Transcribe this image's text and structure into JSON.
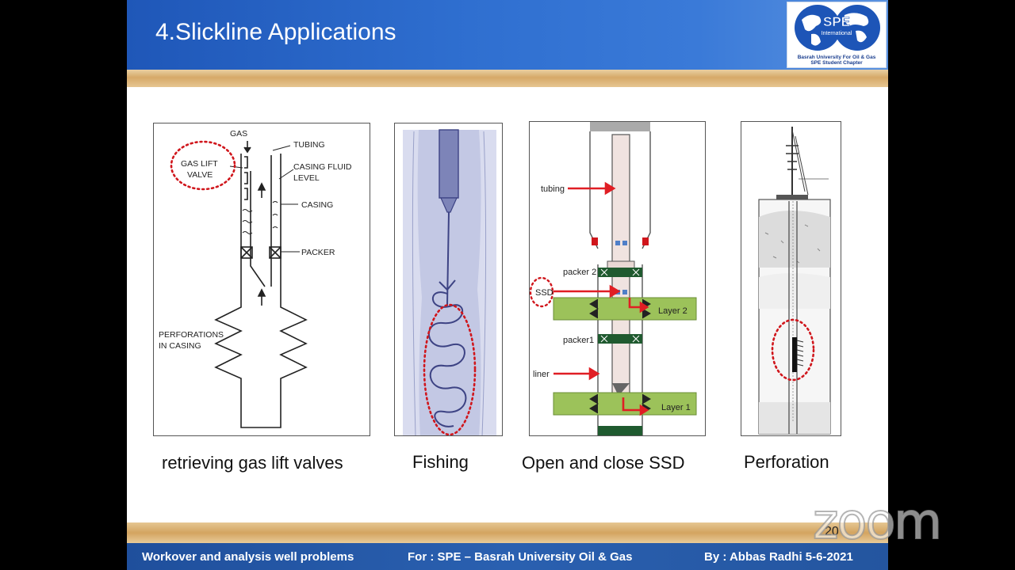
{
  "slide": {
    "title": "4.Slickline Applications",
    "logo": {
      "text": "SPE",
      "subtext": "International",
      "caption_line1": "Basrah University For Oil & Gas",
      "caption_line2": "SPE Student Chapter"
    },
    "page_number": "20"
  },
  "panels": [
    {
      "caption": "retrieving gas lift valves",
      "labels": {
        "gas": "GAS",
        "tubing": "TUBING",
        "gas_lift_valve_1": "GAS LIFT",
        "gas_lift_valve_2": "VALVE",
        "casing_fluid_1": "CASING FLUID",
        "casing_fluid_2": "LEVEL",
        "casing": "CASING",
        "packer": "PACKER",
        "perforations_1": "PERFORATIONS",
        "perforations_2": "IN CASING"
      }
    },
    {
      "caption": "Fishing"
    },
    {
      "caption": "Open and close SSD",
      "labels": {
        "tubing": "tubing",
        "packer2": "packer 2",
        "ssd": "SSD",
        "layer2": "Layer 2",
        "packer1": "packer1",
        "liner": "liner",
        "layer1": "Layer 1"
      }
    },
    {
      "caption": "Perforation"
    }
  ],
  "footer": {
    "left": "Workover and analysis well problems",
    "center": "For : SPE – Basrah University Oil & Gas",
    "right": "By : Abbas Radhi  5-6-2021"
  },
  "overlay": {
    "zoom_watermark": "zoom"
  },
  "colors": {
    "header_blue": "#2a65c6",
    "accent_band": "#d9ad6e",
    "highlight_red": "#d0161c",
    "layer_green": "#9cc25a"
  }
}
